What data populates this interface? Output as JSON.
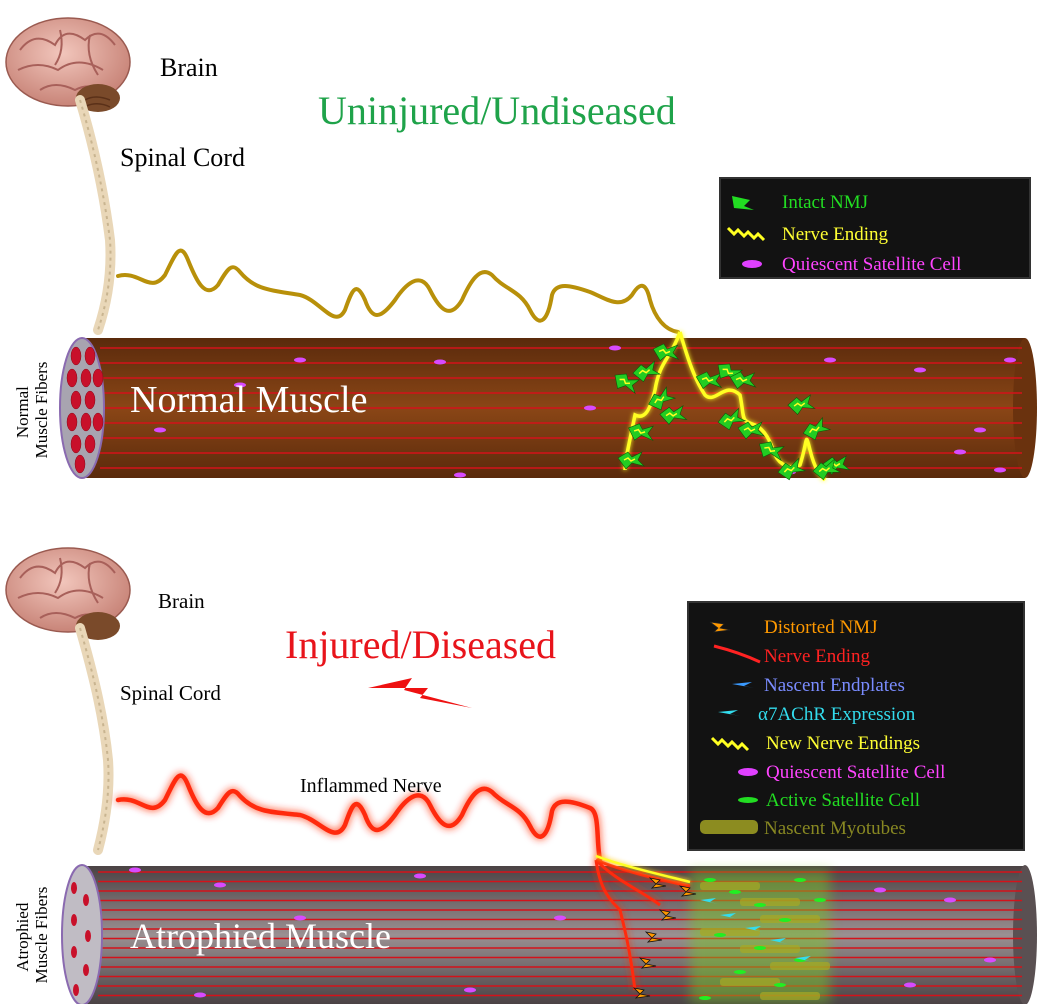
{
  "top": {
    "brain_label": "Brain",
    "spinal_label": "Spinal Cord",
    "title": "Uninjured/Undiseased",
    "muscle_label": "Normal Muscle",
    "side_label_1": "Normal",
    "side_label_2": "Muscle Fibers",
    "legend": [
      {
        "label": "Intact NMJ",
        "color": "#22dd22",
        "icon": "nmj-icon"
      },
      {
        "label": "Nerve Ending",
        "color": "#ffff33",
        "icon": "nerve-ending-icon"
      },
      {
        "label": "Quiescent Satellite Cell",
        "color": "#ff44ff",
        "icon": "quiescent-cell-icon"
      }
    ]
  },
  "bottom": {
    "brain_label": "Brain",
    "spinal_label": "Spinal Cord",
    "title": "Injured/Diseased",
    "nerve_label": "Inflammed Nerve",
    "muscle_label": "Atrophied Muscle",
    "side_label_1": "Atrophied",
    "side_label_2": "Muscle Fibers",
    "legend": [
      {
        "label": "Distorted NMJ",
        "color": "#ff9900",
        "icon": "distorted-nmj-icon"
      },
      {
        "label": "Nerve Ending",
        "color": "#ff2222",
        "icon": "red-nerve-ending-icon"
      },
      {
        "label": "Nascent Endplates",
        "color": "#7a8cff",
        "icon": "nascent-endplate-icon"
      },
      {
        "label": "α7AChR Expression",
        "color": "#33ddee",
        "icon": "achr-icon"
      },
      {
        "label": "New Nerve Endings",
        "color": "#ffff33",
        "icon": "new-nerve-icon"
      },
      {
        "label": "Quiescent Satellite Cell",
        "color": "#ff44ff",
        "icon": "quiescent-cell-icon"
      },
      {
        "label": "Active Satellite Cell",
        "color": "#22dd22",
        "icon": "active-cell-icon"
      },
      {
        "label": "Nascent Myotubes",
        "color": "#888822",
        "icon": "myotube-icon"
      }
    ]
  },
  "colors": {
    "title_green": "#1fa34a",
    "title_red": "#e8141b",
    "muscle_brown": "#7a3a12",
    "atrophied_gray": "#6e6466",
    "nerve_gold": "#b8900a"
  }
}
